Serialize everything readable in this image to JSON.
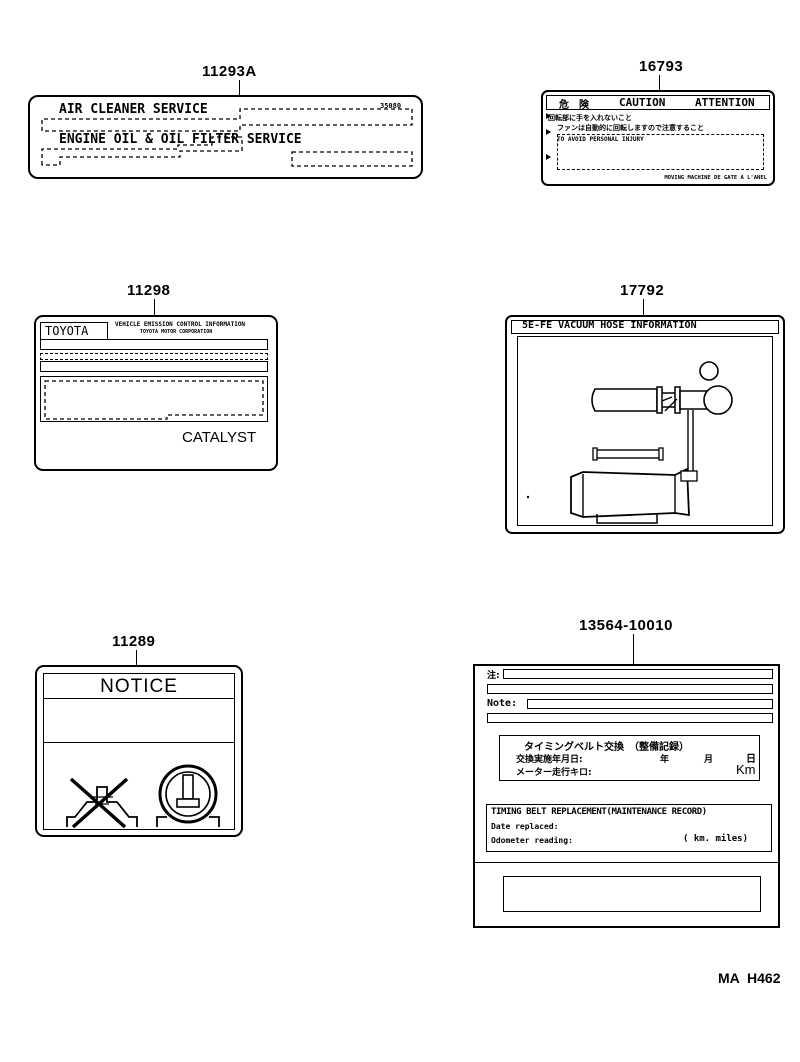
{
  "labels": {
    "air_cleaner": {
      "part_no": "11293A",
      "line1": "AIR CLEANER SERVICE",
      "code": "35080",
      "line2": "ENGINE OIL & OIL FILTER SERVICE"
    },
    "caution": {
      "part_no": "16793",
      "header_jp": "危　険",
      "header_caution": "CAUTION",
      "header_attention": "ATTENTION",
      "jp_line1": "回転部に手を入れないこと",
      "jp_line2": "ファンは自動的に回転しますので注意すること",
      "en_line1": "TO AVOID PERSONAL INJURY",
      "bottom": "MOVING MACHINE DE GATE A L'ANEL"
    },
    "catalyst": {
      "part_no": "11298",
      "brand": "TOYOTA",
      "header_small_1": "VEHICLE EMISSION CONTROL INFORMATION",
      "header_small_2": "TOYOTA MOTOR CORPORATION",
      "footer": "CATALYST"
    },
    "vacuum_hose": {
      "part_no": "17792",
      "title": "5E-FE VACUUM HOSE INFORMATION"
    },
    "notice": {
      "part_no": "11289",
      "title": "NOTICE"
    },
    "timing_belt": {
      "part_no": "13564-10010",
      "note_jp": "注:",
      "note_en": "Note:",
      "jp_title": "タイミングベルト交換　（整備記録）",
      "jp_date_label": "交換実施年月日:",
      "jp_year": "年",
      "jp_month": "月",
      "jp_day": "日",
      "jp_meter_label": "メーター走行キロ:",
      "jp_km": "Km",
      "en_title": "TIMING BELT REPLACEMENT(MAINTENANCE RECORD)",
      "en_date": "Date replaced:",
      "en_odo": "Odometer reading:",
      "en_units": "( km. miles)"
    }
  },
  "footer_code": "MA  H462"
}
